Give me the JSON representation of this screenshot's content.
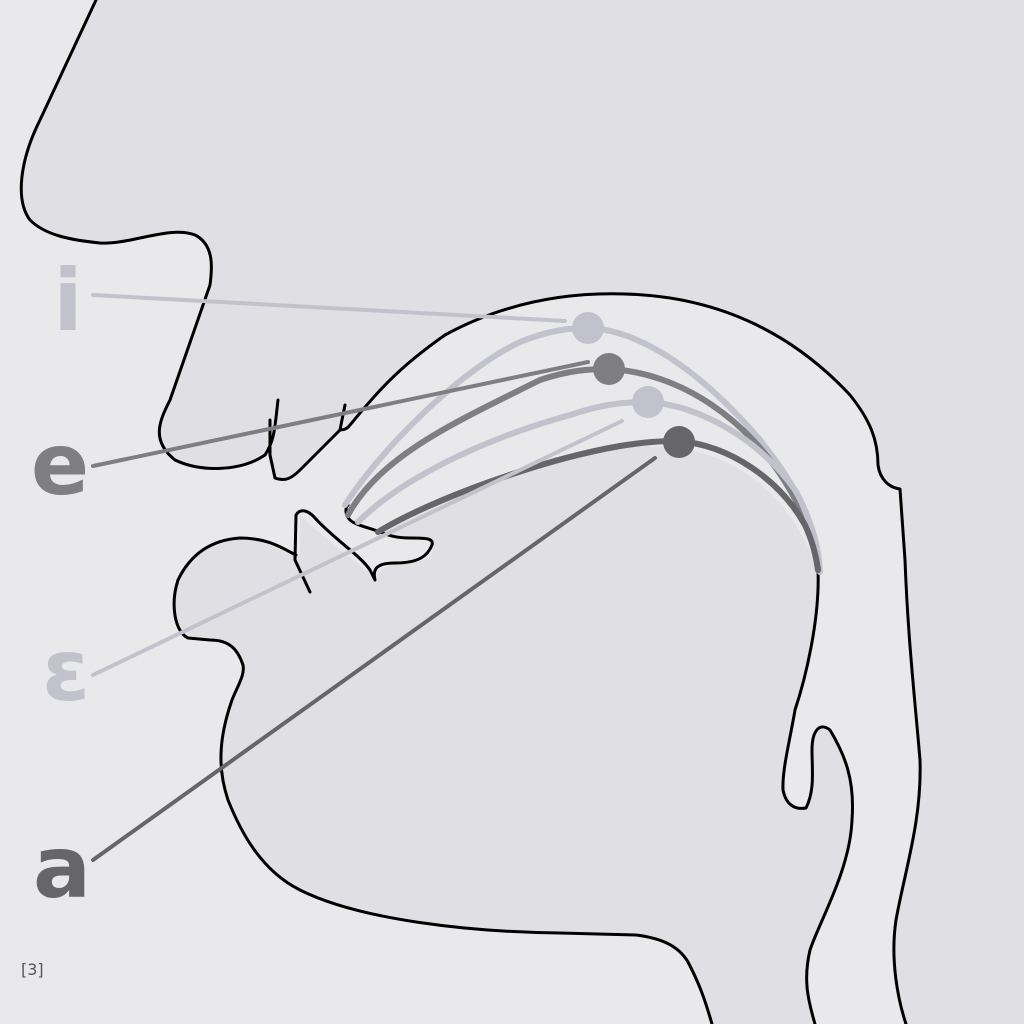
{
  "vowels": [
    {
      "symbol": "i",
      "color": "#c2c2cc"
    },
    {
      "symbol": "e",
      "color": "#7e7e83"
    },
    {
      "symbol": "ɛ",
      "color": "#c2c2cc"
    },
    {
      "symbol": "a",
      "color": "#66666a"
    }
  ],
  "footnote": "[3]",
  "colors": {
    "background": "#e9e9eb",
    "head_fill": "#e0dfe3",
    "outline": "#000000"
  }
}
